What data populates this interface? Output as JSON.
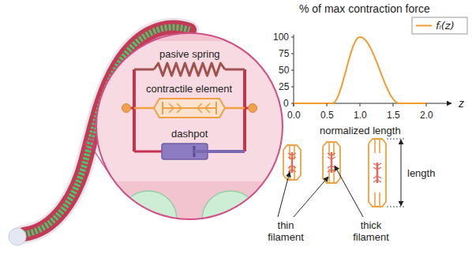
{
  "diagram": {
    "labels": [
      "pasive spring",
      "contractile element",
      "dashpot",
      "% of max contraction force",
      "100",
      "75",
      "50",
      "25",
      "0",
      "0.0",
      "0.5",
      "1.0",
      "1.5",
      "2.0",
      "z",
      "normalized length",
      "thin filament",
      "thick filament",
      "length"
    ],
    "legend": [
      {
        "text": "fₗ(z)"
      }
    ]
  }
}
